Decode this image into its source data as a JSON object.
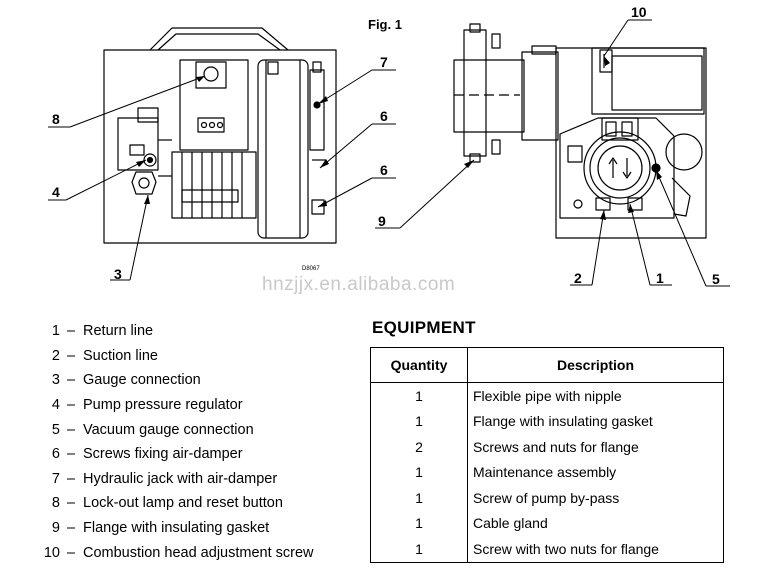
{
  "figure": {
    "title": "Fig. 1",
    "drawing_code": "D8067",
    "watermark": "hnzjjx.en.alibaba.com",
    "callouts": [
      "8",
      "4",
      "3",
      "7",
      "6",
      "6",
      "9",
      "10",
      "2",
      "1",
      "5"
    ]
  },
  "legend": [
    {
      "num": "1",
      "dash": "–",
      "text": "Return line"
    },
    {
      "num": "2",
      "dash": "–",
      "text": "Suction line"
    },
    {
      "num": "3",
      "dash": "–",
      "text": "Gauge connection"
    },
    {
      "num": "4",
      "dash": "–",
      "text": "Pump pressure regulator"
    },
    {
      "num": "5",
      "dash": "–",
      "text": "Vacuum gauge connection"
    },
    {
      "num": "6",
      "dash": "–",
      "text": "Screws fixing air-damper"
    },
    {
      "num": "7",
      "dash": "–",
      "text": "Hydraulic jack with air-damper"
    },
    {
      "num": "8",
      "dash": "–",
      "text": "Lock-out lamp and reset button"
    },
    {
      "num": "9",
      "dash": "–",
      "text": "Flange with insulating gasket"
    },
    {
      "num": "10",
      "dash": "–",
      "text": "Combustion head adjustment screw"
    }
  ],
  "equipment": {
    "title": "EQUIPMENT",
    "headers": {
      "quantity": "Quantity",
      "description": "Description"
    },
    "rows": [
      {
        "qty": "1",
        "desc": "Flexible pipe with nipple"
      },
      {
        "qty": "1",
        "desc": "Flange with insulating gasket"
      },
      {
        "qty": "2",
        "desc": "Screws and nuts for flange"
      },
      {
        "qty": "1",
        "desc": "Maintenance assembly"
      },
      {
        "qty": "1",
        "desc": "Screw of pump by-pass"
      },
      {
        "qty": "1",
        "desc": "Cable gland"
      },
      {
        "qty": "1",
        "desc": "Screw with two nuts for flange"
      }
    ]
  }
}
